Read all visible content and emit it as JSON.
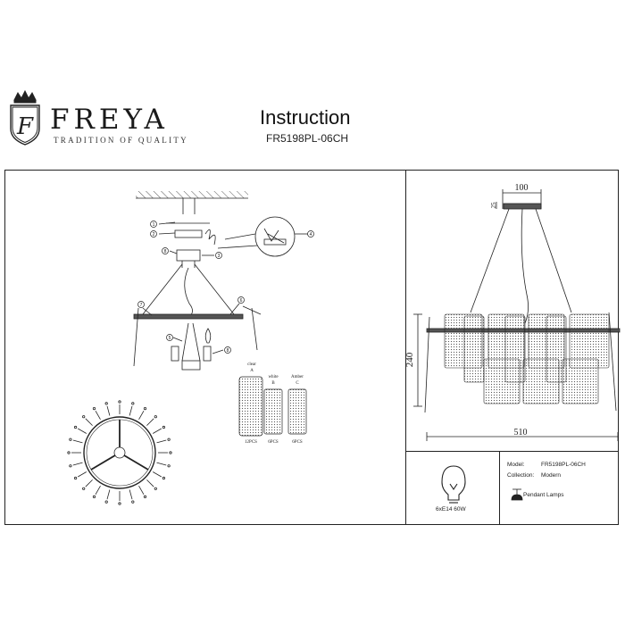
{
  "brand": {
    "name": "FREYA",
    "tagline": "TRADITION OF QUALITY",
    "monogram": "F"
  },
  "document": {
    "title": "Instruction",
    "model_code": "FR5198PL-06CH"
  },
  "dimensions": {
    "top_width": "100",
    "top_height": "25",
    "height": "240",
    "width": "510"
  },
  "parts": {
    "glass": [
      {
        "color": "clear",
        "letter": "A",
        "count": "12PCS"
      },
      {
        "color": "white",
        "letter": "B",
        "count": "6PCS"
      },
      {
        "color": "Amber",
        "letter": "C",
        "count": "6PCS"
      }
    ],
    "callouts": [
      "1",
      "2",
      "3",
      "4",
      "5",
      "6",
      "7",
      "8"
    ]
  },
  "specs": {
    "model_label": "Model:",
    "model_value": "FR5198PL-06CH",
    "collection_label": "Collection:",
    "collection_value": "Modern",
    "bulb": "6xE14 60W",
    "type": "Pendant Lamps"
  },
  "colors": {
    "line": "#222222",
    "glass_fill": "#bdbdbd"
  }
}
